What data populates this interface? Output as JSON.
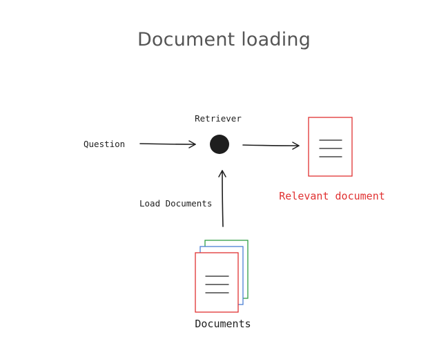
{
  "title": "Document loading",
  "labels": {
    "question": "Question",
    "retriever": "Retriever",
    "load_documents": "Load Documents",
    "relevant_document": "Relevant document",
    "documents": "Documents"
  },
  "colors": {
    "title": "#555555",
    "ink": "#1e1e1e",
    "relevant": "#e03131",
    "doc_red": "#e03131",
    "doc_blue": "#4a7fd4",
    "doc_green": "#2f9e44"
  }
}
